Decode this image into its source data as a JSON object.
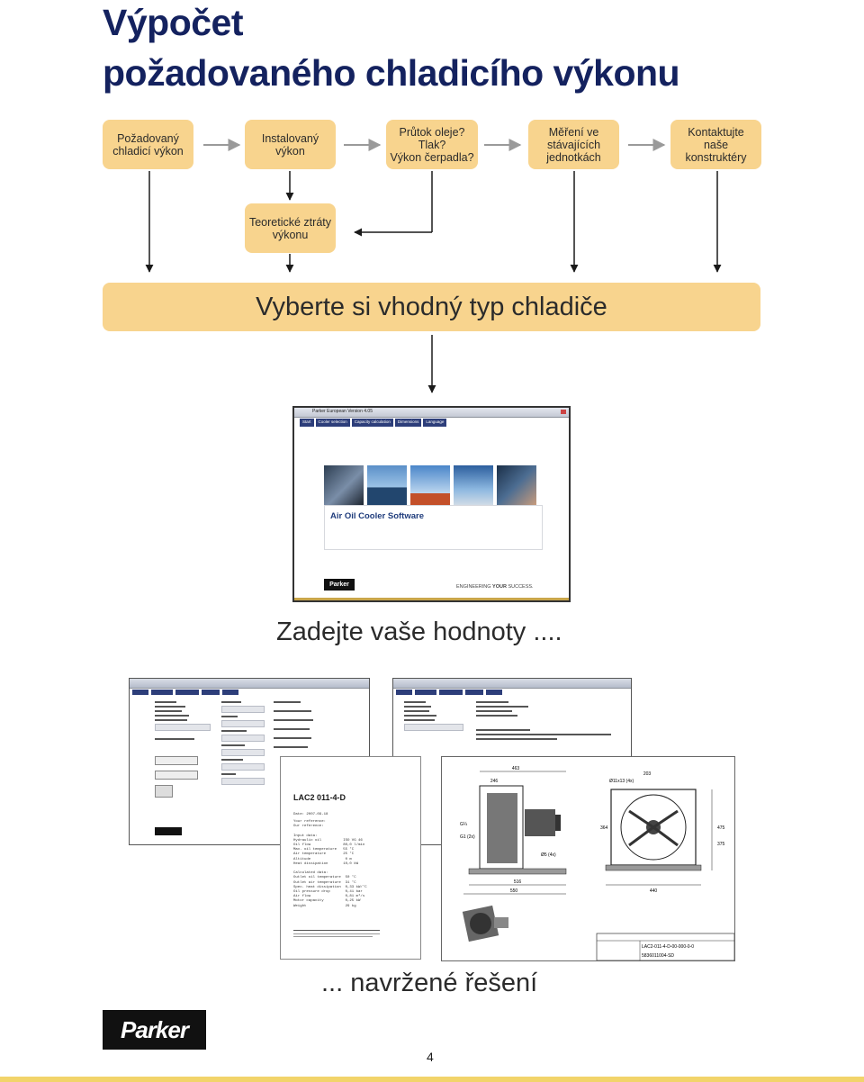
{
  "title": {
    "line1": "Výpočet",
    "line2": "požadovaného chladicího výkonu"
  },
  "flow": {
    "top_boxes": [
      "Požadovaný\nchladicí výkon",
      "Instalovaný\nvýkon",
      "Průtok oleje?\nTlak?\nVýkon čerpadla?",
      "Měření ve\nstávajících\njednotkách",
      "Kontaktujte naše\nkonstruktéry"
    ],
    "middle_box": "Teoretické ztráty\nvýkonu",
    "select_box": "Vyberte si vhodný typ chladiče"
  },
  "software": {
    "window_title": "Parker European Version 4.05",
    "menu": [
      "Start",
      "Cooler selection",
      "Capacity calculation",
      "Dimensions",
      "Language"
    ],
    "product_name": "Air Oil Cooler Software",
    "tagline_prefix": "ENGINEERING ",
    "tagline_bold": "YOUR",
    "tagline_suffix": " SUCCESS."
  },
  "caption_enter": "Zadejte vaše hodnoty ....",
  "report": {
    "model": "LAC2 011-4-D",
    "date": "Date: 2007-09-18",
    "lines": [
      "Your reference:",
      "Our reference:",
      "",
      "Input data:",
      "Hydraulic oil          ISO VG 46",
      "Oil flow               80,0 l/min",
      "Max. oil temperature   55 °C",
      "Air temperature        25 °C",
      "Altitude                0 m",
      "Heat dissipation       10,0 kW",
      "",
      "Calculated data:",
      "Outlet oil temperature  50 °C",
      "Outlet air temperature  31 °C",
      "Spec. heat dissipation  0,33 kW/°C",
      "Oil pressure drop       0,41 bar",
      "Air flow                0,81 m³/s",
      "Motor capacity          0,25 kW",
      "Weight                  29 kg"
    ]
  },
  "drawing": {
    "dims_top": [
      "463",
      "246",
      "203",
      "Ø11x13 (4x)"
    ],
    "dims_bottom": [
      "516",
      "550",
      "440"
    ],
    "dims_side": [
      "364",
      "475",
      "375"
    ],
    "ports": [
      "G¼",
      "Ø5 (4x)",
      "G1 (2x)"
    ],
    "title_block": [
      "LAC2-011-4-D-00-000-0-0",
      "5836011004-SD"
    ]
  },
  "caption_solution": "... navržené řešení",
  "logo_text": "Parker",
  "page_number": "4",
  "colors": {
    "title": "#14225f",
    "box": "#f8d48e",
    "footer_line": "#f2d46a"
  }
}
